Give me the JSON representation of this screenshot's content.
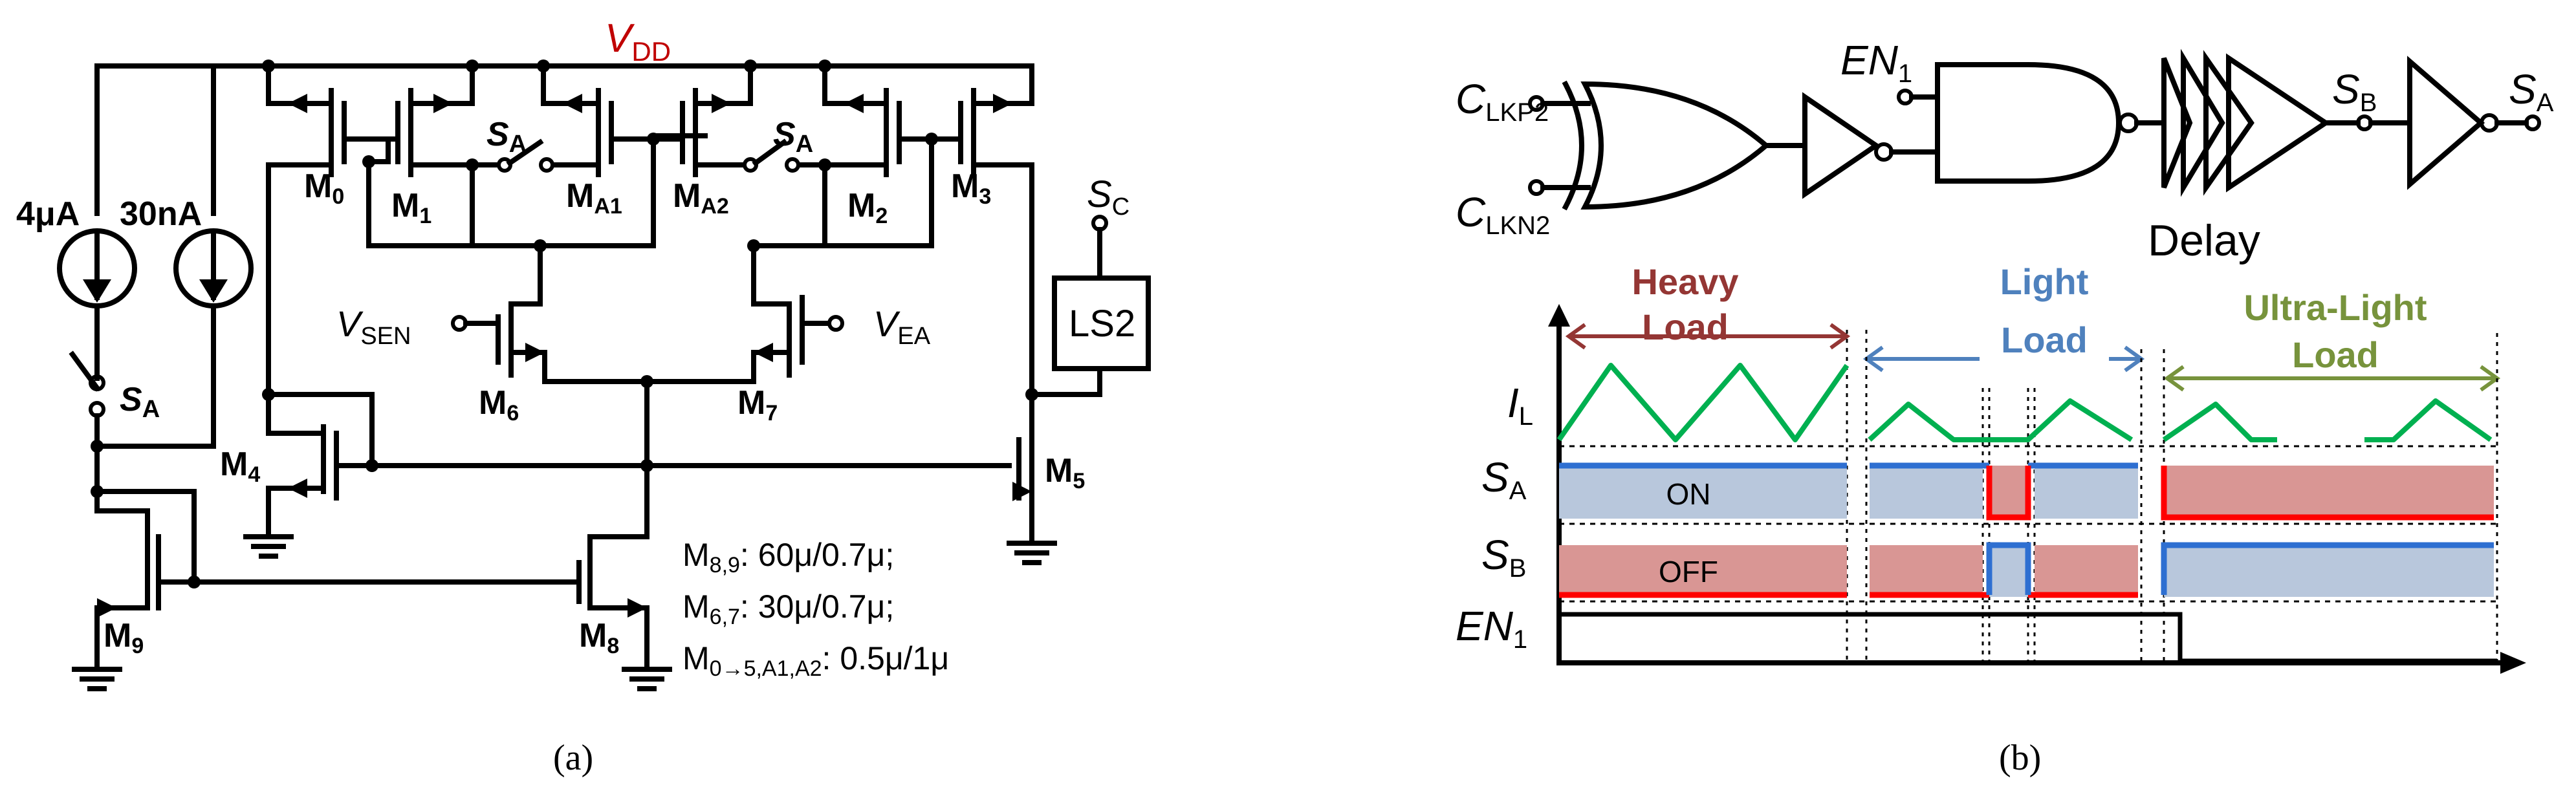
{
  "panel_a": {
    "caption": "(a)",
    "vdd": {
      "main": "V",
      "sub": "DD",
      "color": "#c00000"
    },
    "current_sources": [
      {
        "label": "4μA"
      },
      {
        "label": "30nA"
      }
    ],
    "transistors": {
      "m0": {
        "main": "M",
        "sub": "0"
      },
      "m1": {
        "main": "M",
        "sub": "1"
      },
      "ma1": {
        "main": "M",
        "sub": "A1"
      },
      "ma2": {
        "main": "M",
        "sub": "A2"
      },
      "m2": {
        "main": "M",
        "sub": "2"
      },
      "m3": {
        "main": "M",
        "sub": "3"
      },
      "m4": {
        "main": "M",
        "sub": "4"
      },
      "m5": {
        "main": "M",
        "sub": "5"
      },
      "m6": {
        "main": "M",
        "sub": "6"
      },
      "m7": {
        "main": "M",
        "sub": "7"
      },
      "m8": {
        "main": "M",
        "sub": "8"
      },
      "m9": {
        "main": "M",
        "sub": "9"
      }
    },
    "switch_labels": {
      "main": "S",
      "sub": "A"
    },
    "sc_label": {
      "main": "S",
      "sub": "C"
    },
    "vsen": {
      "main": "V",
      "sub": "SEN"
    },
    "vea": {
      "main": "V",
      "sub": "EA"
    },
    "ls2": "LS2",
    "sizing": [
      {
        "main": "M",
        "sub": "8,9",
        "value": ": 60μ/0.7μ;"
      },
      {
        "main": "M",
        "sub": "6,7",
        "value": ": 30μ/0.7μ;"
      },
      {
        "main": "M",
        "sub": "0→5,A1,A2",
        "value": ": 0.5μ/1μ"
      }
    ]
  },
  "panel_b": {
    "caption": "(b)",
    "logic": {
      "clkp2": {
        "main": "C",
        "sub": "LKP2"
      },
      "clkn2": {
        "main": "C",
        "sub": "LKN2"
      },
      "en1": {
        "main": "EN",
        "sub": "1"
      },
      "sb": {
        "main": "S",
        "sub": "B"
      },
      "sa": {
        "main": "S",
        "sub": "A"
      },
      "delay": "Delay"
    },
    "regions": [
      {
        "line1": "Heavy",
        "line2": "Load",
        "color": "#943634"
      },
      {
        "line1": "Light",
        "line2": "Load",
        "color": "#4f81bd"
      },
      {
        "line1": "Ultra-Light",
        "line2": "Load",
        "color": "#77933c"
      }
    ],
    "signals": {
      "il": {
        "main": "I",
        "sub": "L",
        "color": "#00b050"
      },
      "sa": {
        "main": "S",
        "sub": "A"
      },
      "sb": {
        "main": "S",
        "sub": "B"
      },
      "en1": {
        "main": "EN",
        "sub": "1"
      }
    },
    "state_labels": {
      "on": "ON",
      "off": "OFF"
    },
    "colors": {
      "on_fill": "#b8c7dc",
      "off_fill": "#d99694",
      "blue": "#2e6fd1",
      "red": "#ff0000"
    }
  }
}
